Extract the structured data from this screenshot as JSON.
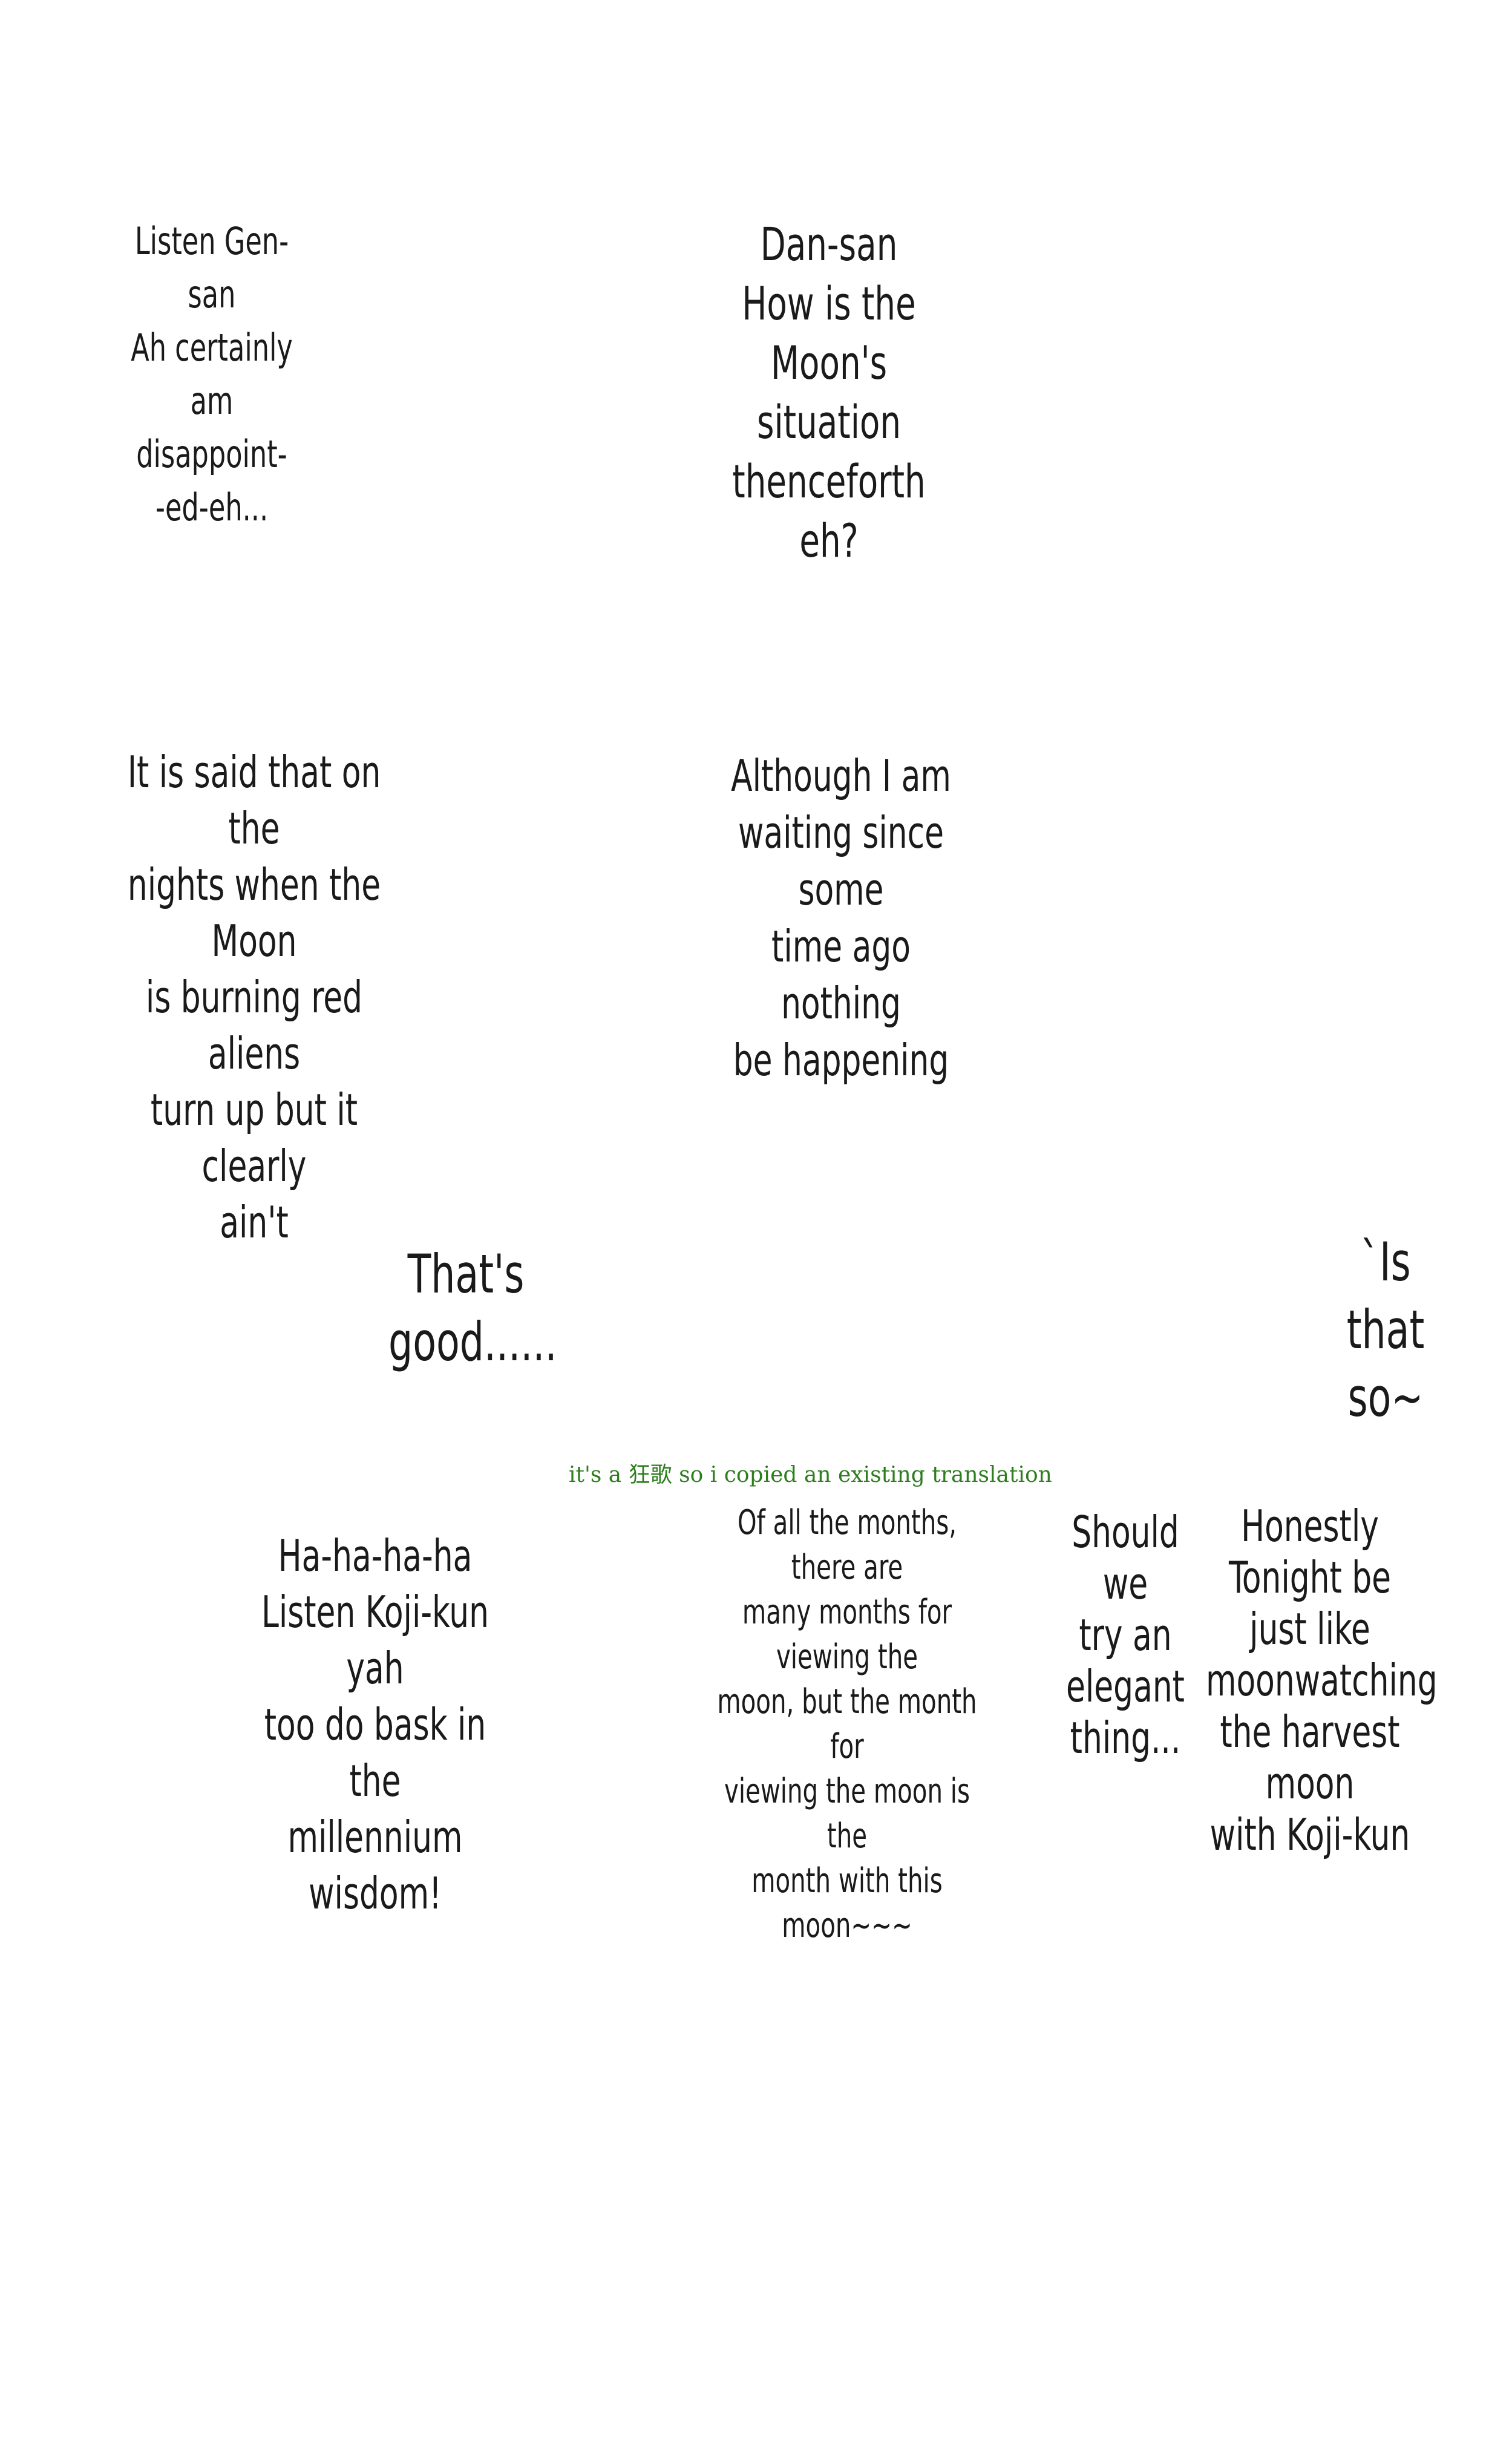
{
  "bubbles": {
    "listen_gen_san": "Listen Gen-san\nAh certainly am\ndisappoint-\n-ed-eh...",
    "dan_san": "Dan-san\nHow is the\nMoon's situation\nthenceforth eh?",
    "said_nights": "It is said that on the\nnights when the Moon\nis burning red aliens\nturn up but it clearly\nain't",
    "although_waiting": "Although I am\nwaiting since some\ntime ago nothing\nbe happening",
    "thats_good": "That's\ngood......",
    "is_that_so": "`Is\nthat\nso~",
    "hahaha": "Ha-ha-ha-ha\nListen Koji-kun yah\ntoo do bask in the\nmillennium wisdom!",
    "of_all_months": "Of all the months, there are\nmany months for viewing the\nmoon, but the month for\nviewing the moon is the\nmonth with this moon~~~",
    "should_we": "Should we\ntry an\nelegant\nthing...",
    "honestly": "Honestly\nTonight be\njust like\nmoonwatching\nthe harvest moon\nwith Koji-kun"
  },
  "translator_note": "it's a 狂歌 so i copied an existing translation",
  "colors": {
    "background": "#ffffff",
    "text": "#1a1a1a",
    "note": "#2e7d1e"
  }
}
